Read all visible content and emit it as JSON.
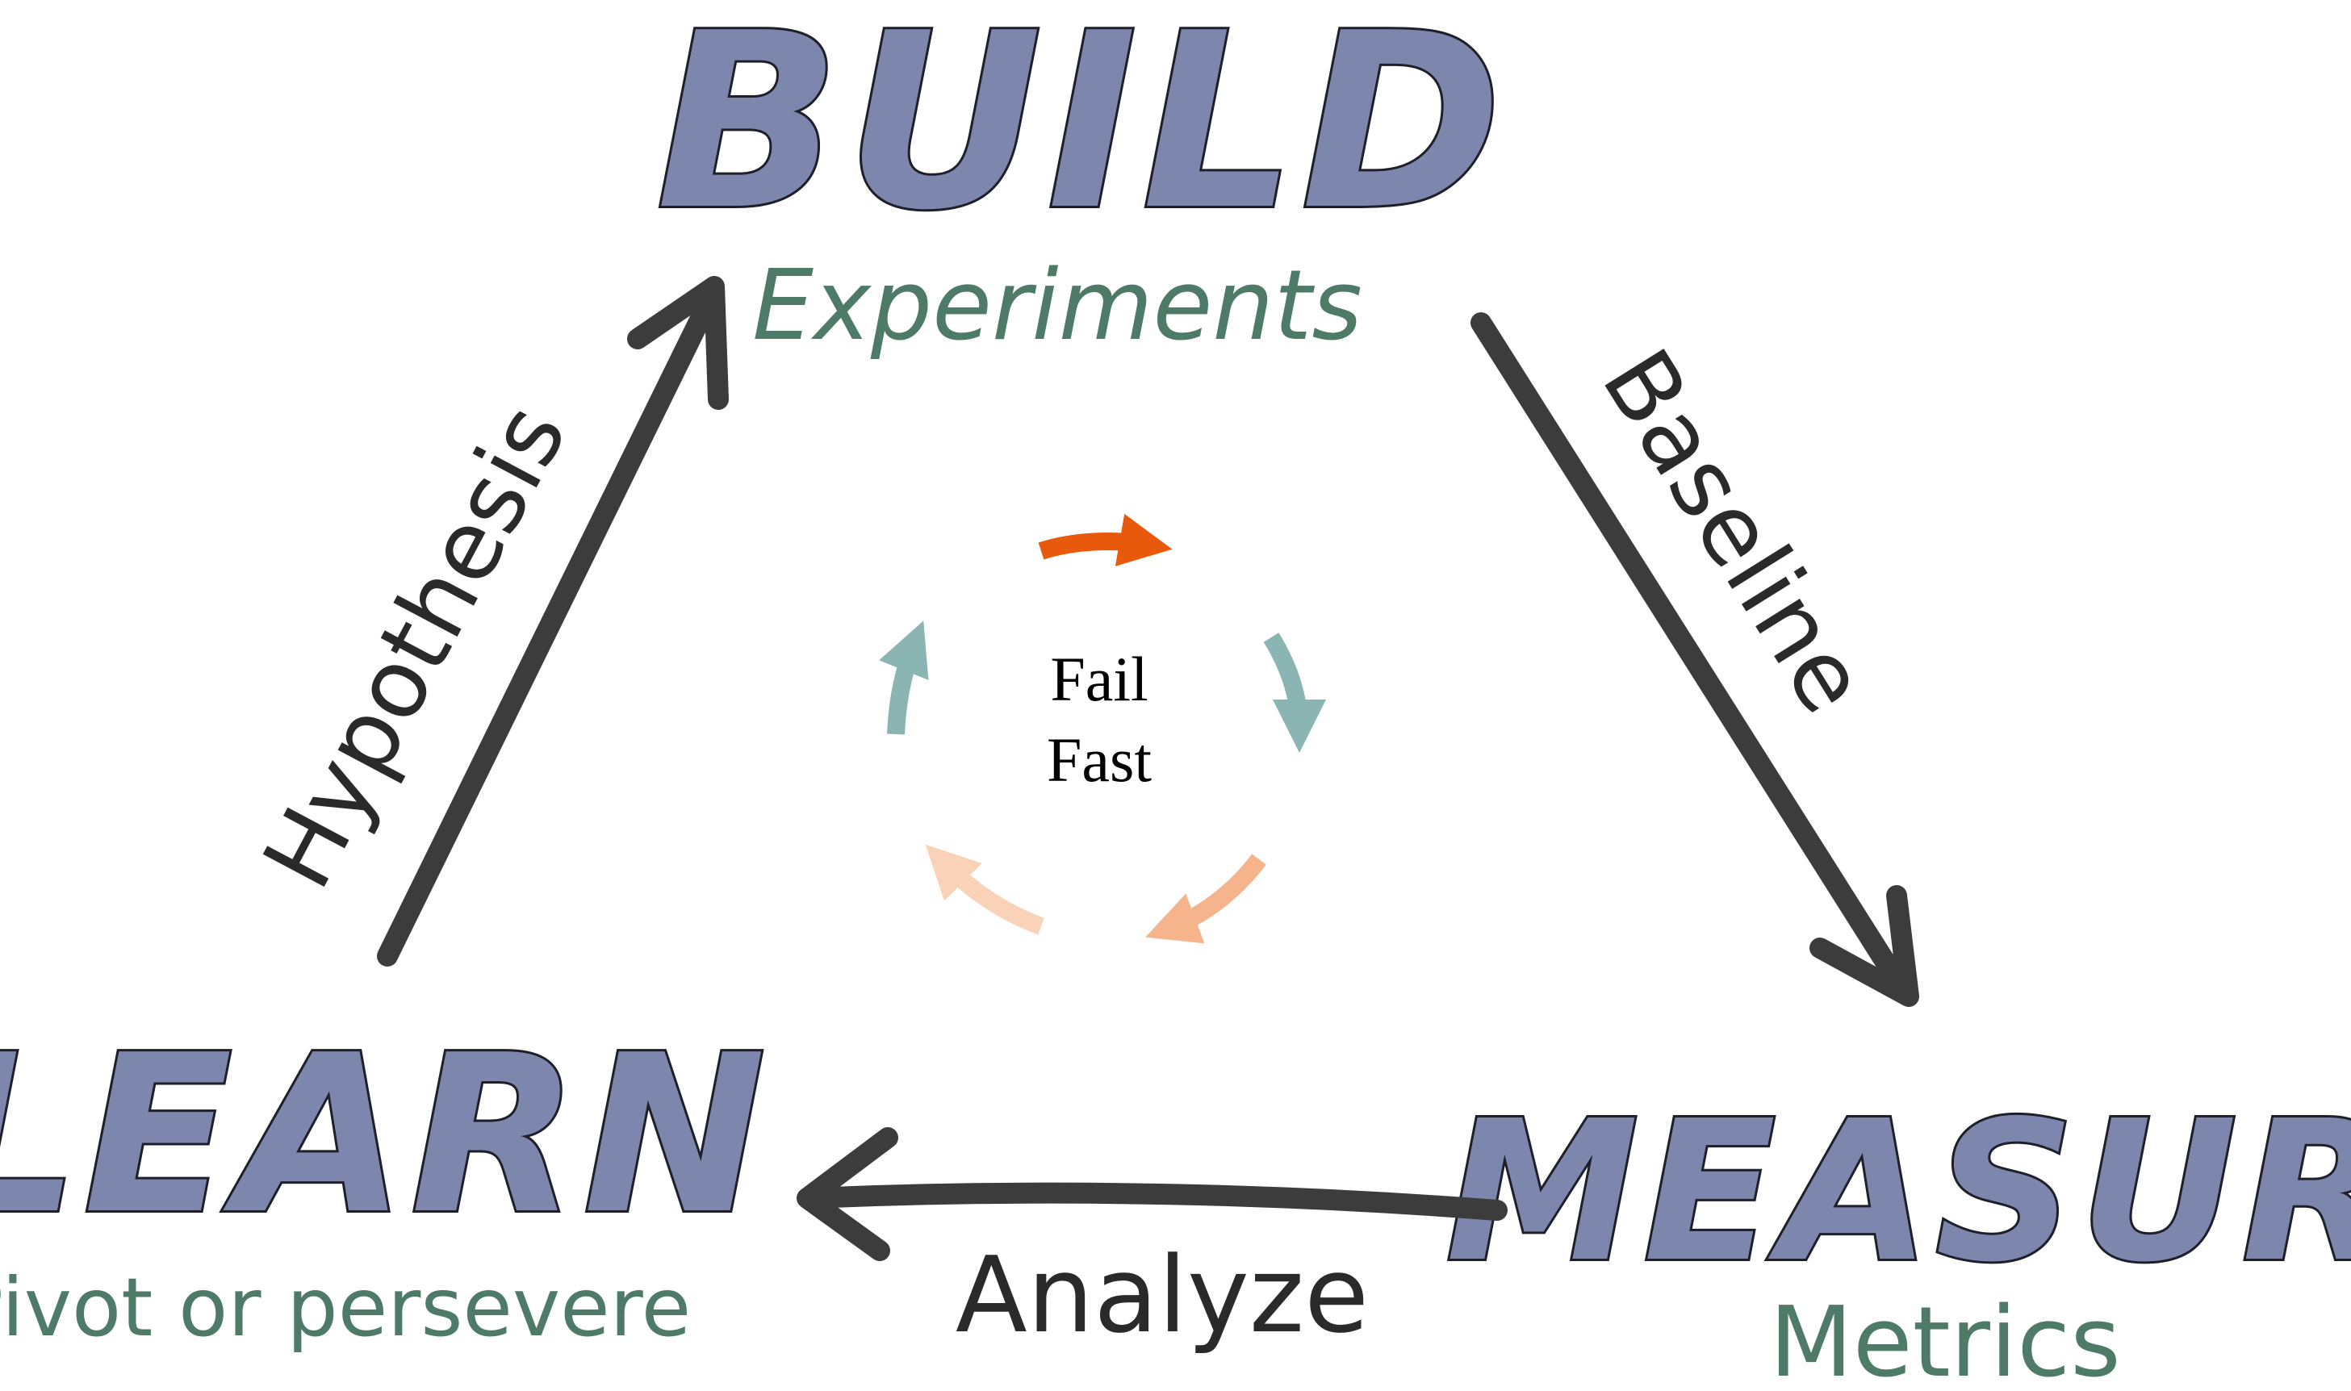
{
  "stages": {
    "build": {
      "title": "BUILD",
      "subtitle": "Experiments"
    },
    "measure": {
      "title": "MEASURE",
      "subtitle": "Metrics"
    },
    "learn": {
      "title": "LEARN",
      "subtitle": "Pivot or persevere"
    }
  },
  "edges": {
    "build_to_measure": "Baseline",
    "measure_to_learn": "Analyze",
    "learn_to_build": "Hypothesis"
  },
  "center": {
    "line1": "Fail",
    "line2": "Fast"
  },
  "colors": {
    "title_fill": "#7d87ad",
    "subtitle": "#4e7a68",
    "arrow": "#3c3c3c",
    "cycle_orange": "#e8590c",
    "cycle_teal": "#8ab5b2",
    "cycle_peach": "#f5b48c",
    "cycle_light_peach": "#f9d2b7"
  }
}
